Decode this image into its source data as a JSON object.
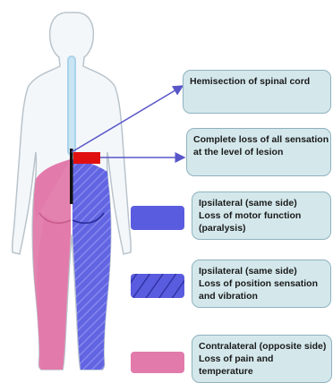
{
  "callouts": {
    "hemisection": "Hemisection of spinal cord",
    "complete_loss": [
      "Complete loss of all sensation",
      "at the level of lesion"
    ],
    "motor": [
      "Ipsilateral (same side)",
      "Loss of motor function",
      "(paralysis)"
    ],
    "position": [
      "Ipsilateral (same side)",
      "Loss of position sensation",
      "and vibration"
    ],
    "pain": [
      "Contralateral (opposite side)",
      "Loss of pain and",
      "temperature"
    ]
  },
  "colors": {
    "body_outline": "#b9c4cc",
    "body_fill": "#f4f7fa",
    "spinal_cord": "#a9d3ea",
    "lesion": "#e01010",
    "motor_blue": "#5a5ce0",
    "pain_pink": "#e27bab",
    "arrow": "#5856c8",
    "callout_fill": "#d4e8ec",
    "callout_border": "#8fb2be"
  }
}
